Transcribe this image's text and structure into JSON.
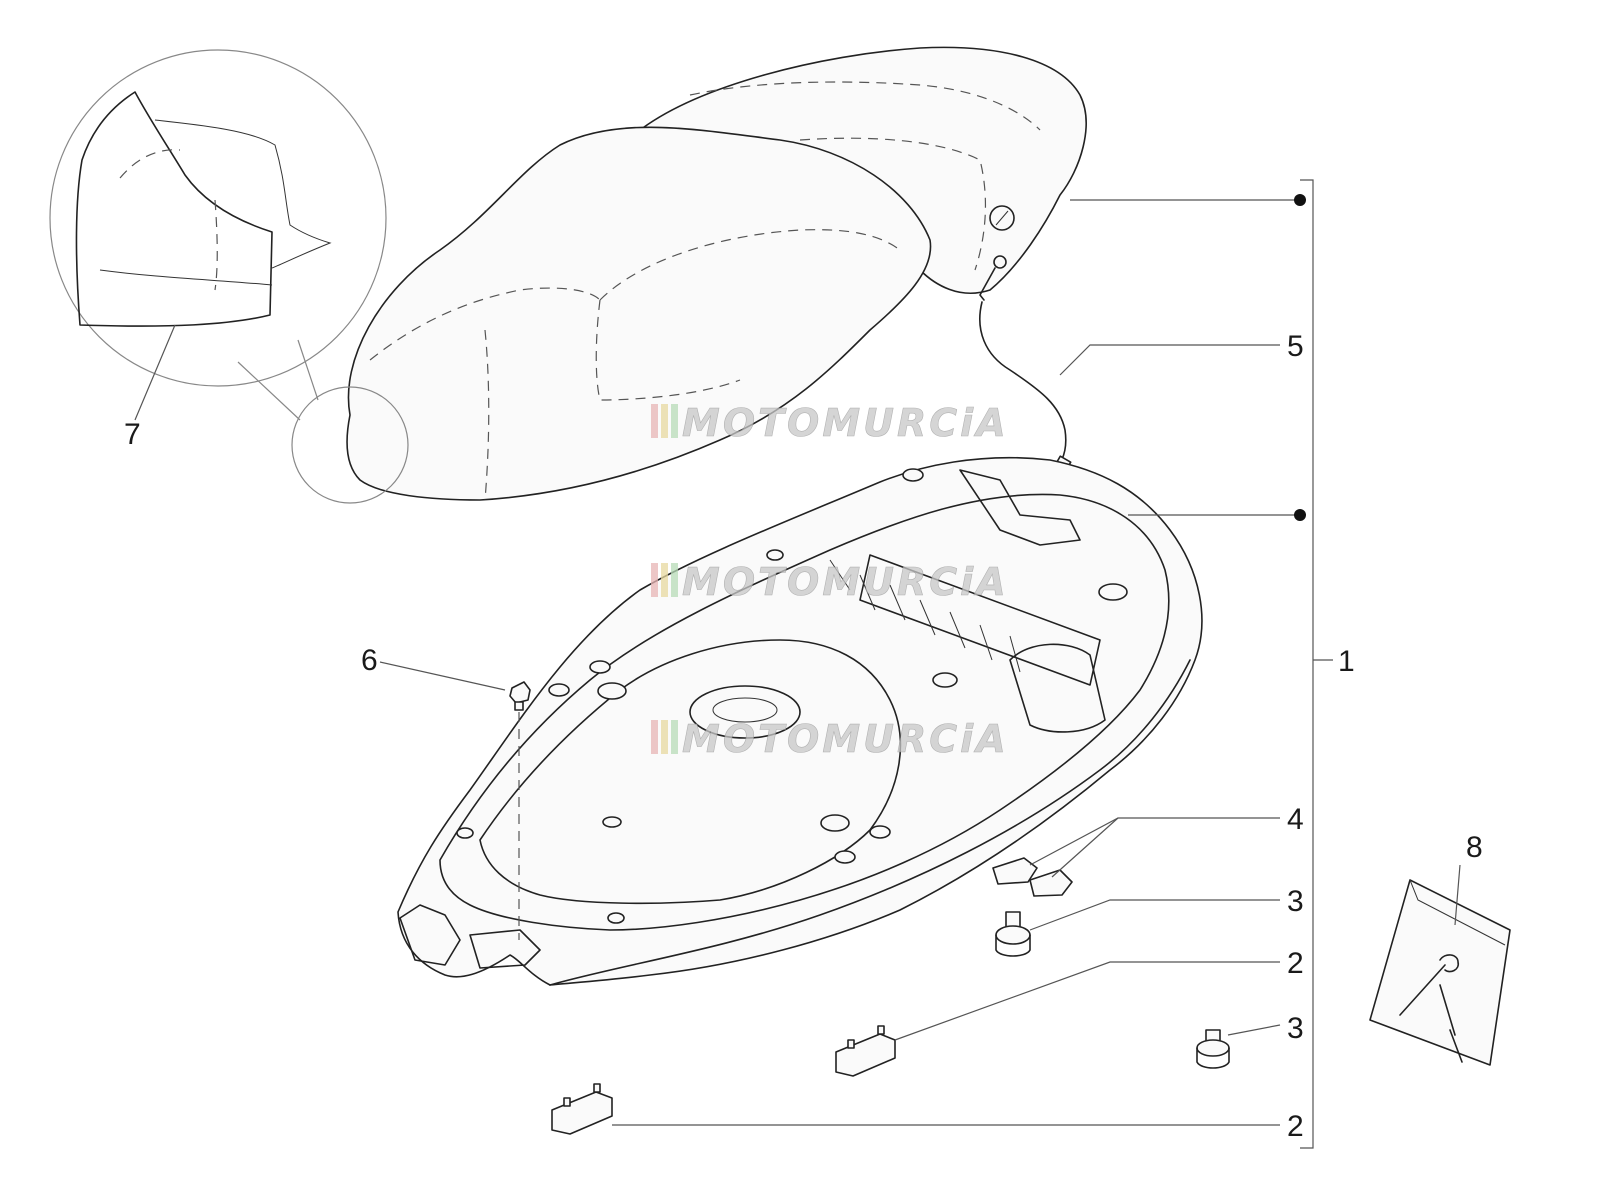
{
  "diagram": {
    "callouts": [
      {
        "id": "1",
        "label": "1"
      },
      {
        "id": "2a",
        "label": "2"
      },
      {
        "id": "2b",
        "label": "2"
      },
      {
        "id": "3a",
        "label": "3"
      },
      {
        "id": "3b",
        "label": "3"
      },
      {
        "id": "4",
        "label": "4"
      },
      {
        "id": "5",
        "label": "5"
      },
      {
        "id": "6",
        "label": "6"
      },
      {
        "id": "7",
        "label": "7"
      },
      {
        "id": "8",
        "label": "8"
      }
    ],
    "watermarks": [
      "MOTOMURCiA",
      "MOTOMURCiA",
      "MOTOMURCiA"
    ],
    "watermark_colors": [
      "#e8b5b5",
      "#e8d9a0",
      "#b8dcb8"
    ]
  }
}
